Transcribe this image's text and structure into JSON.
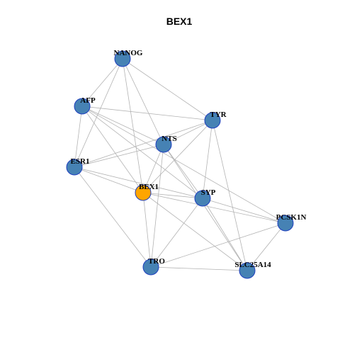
{
  "title": "BEX1",
  "colors": {
    "node_default": "#4682b4",
    "node_highlight": "#ffa500",
    "node_border": "#1f3fbf",
    "edge": "#b3b3b3"
  },
  "nodes": [
    {
      "id": "NANOG",
      "label": "NANOG",
      "highlight": false
    },
    {
      "id": "AFP",
      "label": "AFP",
      "highlight": false
    },
    {
      "id": "TYR",
      "label": "TYR",
      "highlight": false
    },
    {
      "id": "NTS",
      "label": "NTS",
      "highlight": false
    },
    {
      "id": "ESR1",
      "label": "ESR1",
      "highlight": false
    },
    {
      "id": "BEX1",
      "label": "BEX1",
      "highlight": true
    },
    {
      "id": "SYP",
      "label": "SYP",
      "highlight": false
    },
    {
      "id": "PCSK1N",
      "label": "PCSK1N",
      "highlight": false
    },
    {
      "id": "TRO",
      "label": "TRO",
      "highlight": false
    },
    {
      "id": "SLC25A14",
      "label": "SLC25A14",
      "highlight": false
    }
  ],
  "edges": [
    [
      "NANOG",
      "AFP"
    ],
    [
      "NANOG",
      "ESR1"
    ],
    [
      "NANOG",
      "NTS"
    ],
    [
      "NANOG",
      "BEX1"
    ],
    [
      "NANOG",
      "TYR"
    ],
    [
      "AFP",
      "TYR"
    ],
    [
      "AFP",
      "NTS"
    ],
    [
      "AFP",
      "ESR1"
    ],
    [
      "AFP",
      "BEX1"
    ],
    [
      "AFP",
      "SYP"
    ],
    [
      "AFP",
      "PCSK1N"
    ],
    [
      "TYR",
      "NTS"
    ],
    [
      "TYR",
      "ESR1"
    ],
    [
      "TYR",
      "BEX1"
    ],
    [
      "TYR",
      "SYP"
    ],
    [
      "TYR",
      "SLC25A14"
    ],
    [
      "NTS",
      "ESR1"
    ],
    [
      "NTS",
      "BEX1"
    ],
    [
      "NTS",
      "SYP"
    ],
    [
      "NTS",
      "TRO"
    ],
    [
      "NTS",
      "SLC25A14"
    ],
    [
      "ESR1",
      "BEX1"
    ],
    [
      "ESR1",
      "SYP"
    ],
    [
      "ESR1",
      "TRO"
    ],
    [
      "BEX1",
      "SYP"
    ],
    [
      "BEX1",
      "TRO"
    ],
    [
      "BEX1",
      "PCSK1N"
    ],
    [
      "BEX1",
      "SLC25A14"
    ],
    [
      "SYP",
      "PCSK1N"
    ],
    [
      "SYP",
      "TRO"
    ],
    [
      "SYP",
      "SLC25A14"
    ],
    [
      "PCSK1N",
      "TRO"
    ],
    [
      "PCSK1N",
      "SLC25A14"
    ],
    [
      "TRO",
      "SLC25A14"
    ]
  ]
}
